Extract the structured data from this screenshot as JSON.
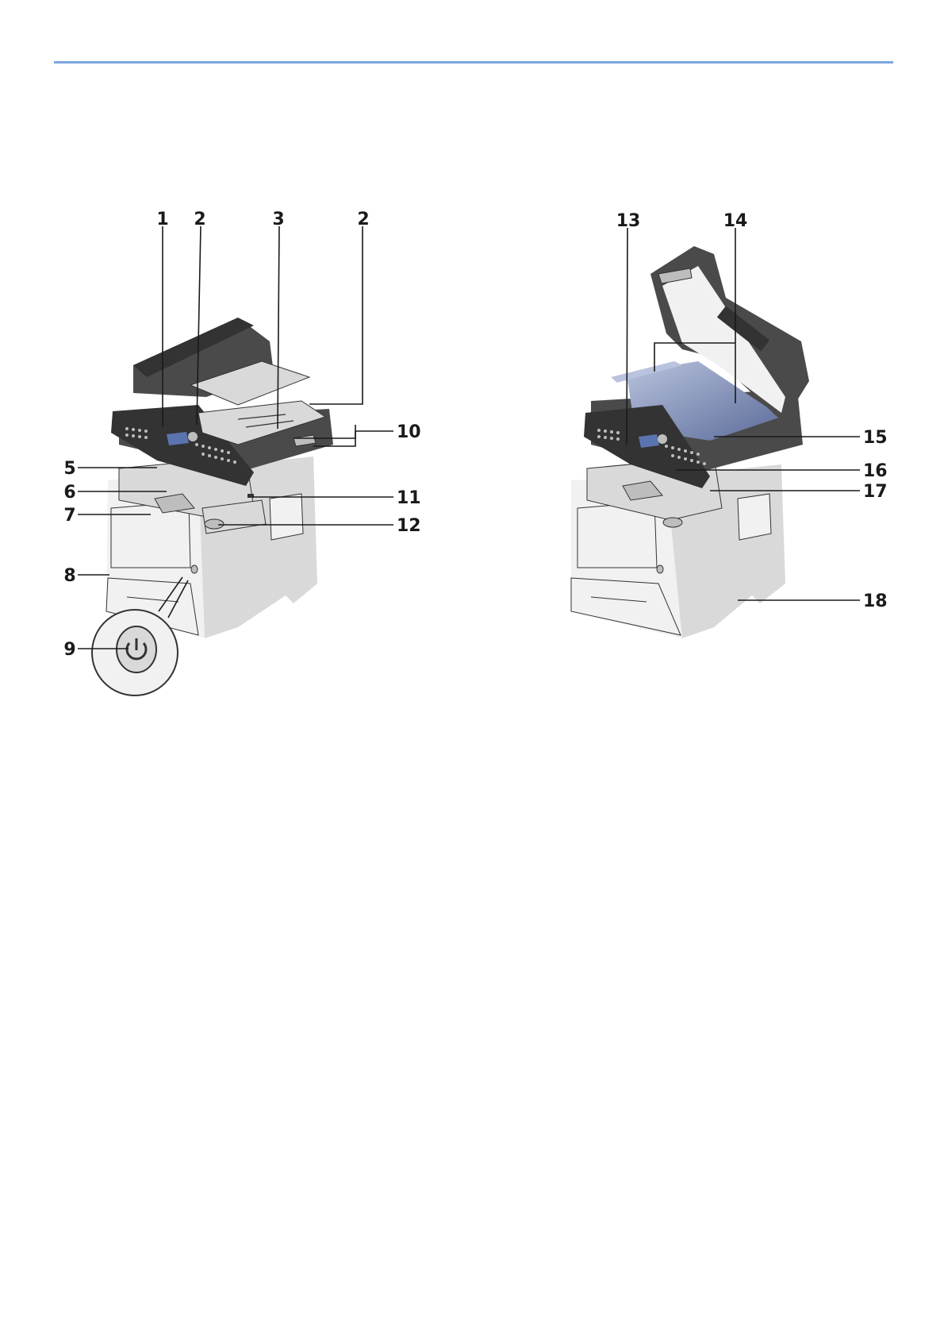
{
  "page": {
    "rule_color": "#7EA6E0"
  },
  "colors": {
    "body_light": "#f1f1f1",
    "body_mid": "#d9d9d9",
    "body_shade": "#bdbdbd",
    "dark_gray": "#4a4a4a",
    "darker_gray": "#333333",
    "glass": "#5b6b9a",
    "glass_light": "#b9c3dd",
    "screen": "#5a74b0"
  },
  "front_view": {
    "callouts": [
      "1",
      "2",
      "3",
      "2",
      "5",
      "6",
      "7",
      "8",
      "9",
      "10",
      "11",
      "12"
    ]
  },
  "open_view": {
    "callouts": [
      "13",
      "14",
      "15",
      "16",
      "17",
      "18"
    ]
  },
  "icons": {
    "power": "power-button-icon"
  }
}
